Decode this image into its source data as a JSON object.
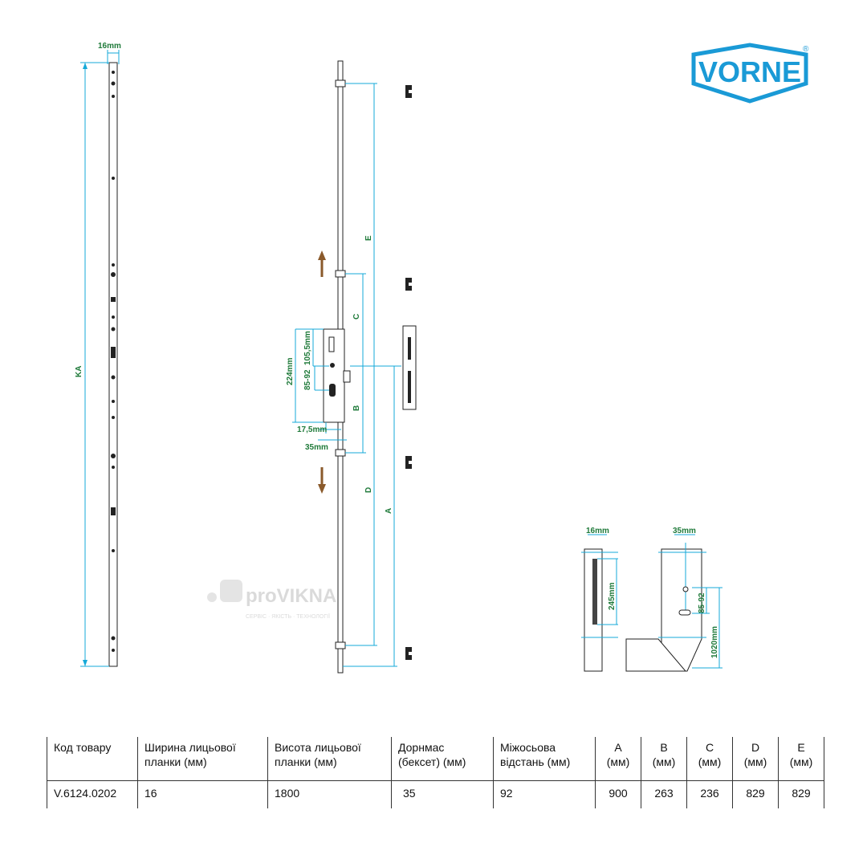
{
  "brand": {
    "logo_text": "VORNE",
    "registered_mark": "®"
  },
  "watermark": {
    "name": "proVIKNA",
    "tagline": "СЕРВІС · ЯКІСТЬ · ТЕХНОЛОГІЇ"
  },
  "diagram": {
    "side_view": {
      "width_label": "16mm",
      "height_label": "KA"
    },
    "front_view": {
      "labels": [
        "E",
        "C",
        "B",
        "D",
        "A"
      ],
      "dim_224": "224mm",
      "dim_1055": "105,5mm",
      "dim_8592": "85-92",
      "dim_175": "17,5mm",
      "dim_35": "35mm"
    },
    "keeper_detail": {
      "width_label": "16mm",
      "height_label": "245mm"
    },
    "handle_detail": {
      "width_label": "35mm",
      "distance_label": "85-92",
      "height_label": "1020mm"
    },
    "colors": {
      "dimension_line": "#14a9d8",
      "dimension_text": "#1f7a3a",
      "arrow": "#8a5a2b",
      "logo": "#1a9ad6"
    }
  },
  "table": {
    "headers": [
      "Код товару",
      "Ширина лицьової планки (мм)",
      "Висота лицьової планки (мм)",
      "Дорнмас (бексет) (мм)",
      "Міжосьова відстань (мм)",
      "A (мм)",
      "B (мм)",
      "C (мм)",
      "D (мм)",
      "E (мм)"
    ],
    "rows": [
      [
        "V.6124.0202",
        "16",
        "1800",
        "35",
        "92",
        "900",
        "263",
        "236",
        "829",
        "829"
      ]
    ]
  }
}
